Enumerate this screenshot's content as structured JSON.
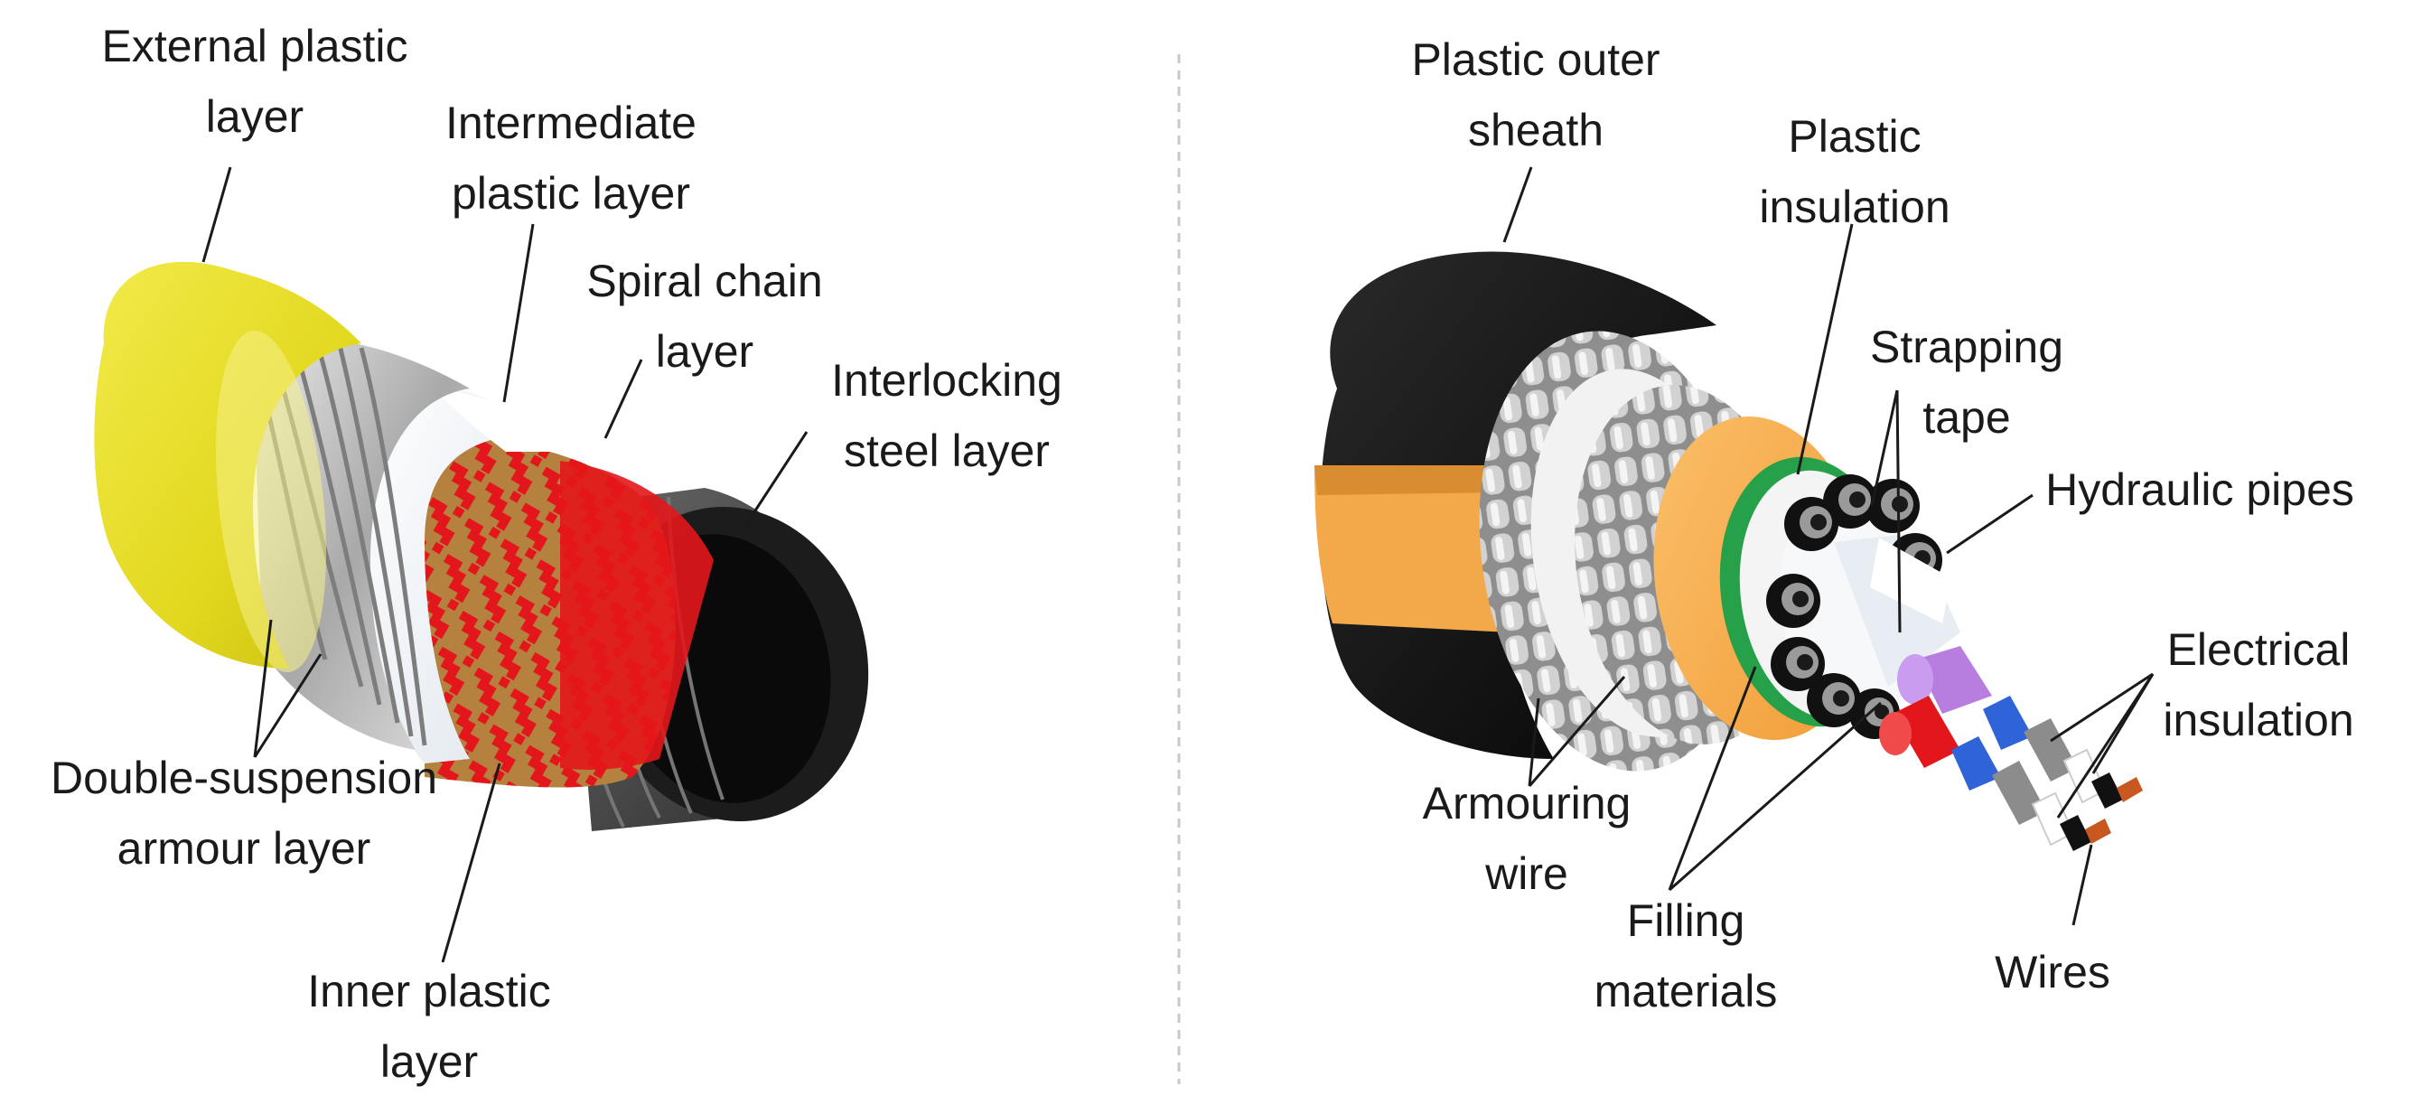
{
  "left_panel": {
    "labels": {
      "external_plastic": [
        "External plastic",
        "layer"
      ],
      "intermediate_plastic": [
        "Intermediate",
        "plastic layer"
      ],
      "spiral_chain": [
        "Spiral chain",
        "layer"
      ],
      "interlocking_steel": [
        "Interlocking",
        "steel layer"
      ],
      "double_suspension": [
        "Double-suspension",
        "armour layer"
      ],
      "inner_plastic": [
        "Inner plastic",
        "layer"
      ]
    }
  },
  "right_panel": {
    "labels": {
      "outer_sheath": [
        "Plastic outer",
        "sheath"
      ],
      "plastic_insulation": [
        "Plastic",
        "insulation"
      ],
      "strapping_tape": [
        "Strapping",
        "tape"
      ],
      "hydraulic_pipes": [
        "Hydraulic pipes"
      ],
      "electrical_insulation": [
        "Electrical",
        "insulation"
      ],
      "armouring_wire": [
        "Armouring",
        "wire"
      ],
      "filling_materials": [
        "Filling",
        "materials"
      ],
      "wires": [
        "Wires"
      ]
    }
  },
  "colors": {
    "outer_yellow": "#e8e02a",
    "spiral_red": "#e3161b",
    "spiral_tan": "#b07a3c",
    "steel_dark": "#4a4a4a",
    "outer_black": "#0d0d0d",
    "orange_fill": "#f6a94a",
    "green_tape": "#27a04a",
    "purple_pipe": "#b77ee0",
    "blue_insulation": "#2f63d8",
    "copper": "#c8581f"
  }
}
